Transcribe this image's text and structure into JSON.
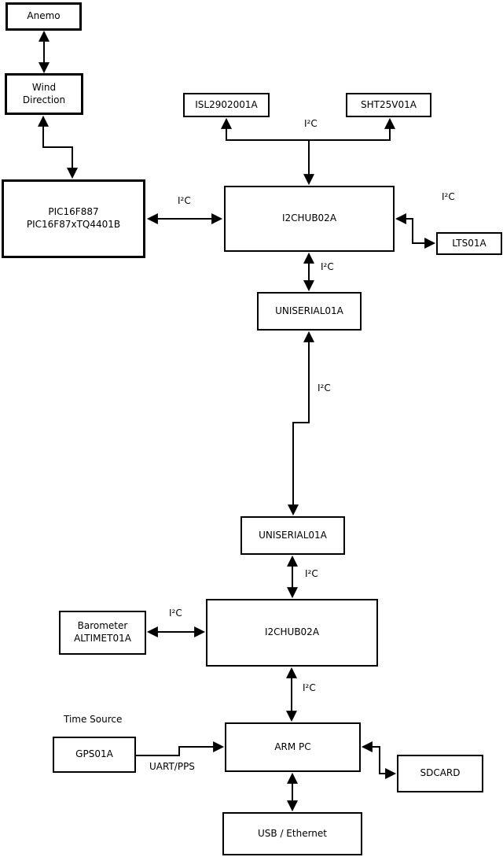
{
  "nodes": {
    "anemo": {
      "label": "Anemo"
    },
    "wind_direction": {
      "label": "Wind\nDirection"
    },
    "pic": {
      "label": "PIC16F887\nPIC16F87xTQ4401B"
    },
    "isl": {
      "label": "ISL2902001A"
    },
    "sht": {
      "label": "SHT25V01A"
    },
    "i2chub_top": {
      "label": "I2CHUB02A"
    },
    "lts": {
      "label": "LTS01A"
    },
    "uniserial_top": {
      "label": "UNISERIAL01A"
    },
    "uniserial_bottom": {
      "label": "UNISERIAL01A"
    },
    "barometer": {
      "label": "Barometer\nALTIMET01A"
    },
    "i2chub_bottom": {
      "label": "I2CHUB02A"
    },
    "arm_pc": {
      "label": "ARM PC"
    },
    "gps": {
      "label": "GPS01A"
    },
    "sdcard": {
      "label": "SDCARD"
    },
    "usb_ethernet": {
      "label": "USB / Ethernet"
    }
  },
  "edge_labels": {
    "i2c_pic_hub": "I²C",
    "i2c_sensor_bus": "I²C",
    "i2c_hub_lts": "I²C",
    "i2c_hub_uniserial": "I²C",
    "i2c_uniserial_link": "I²C",
    "i2c_uniserial_hub2": "I²C",
    "i2c_barometer_hub2": "I²C",
    "i2c_hub2_armpc": "I²C",
    "uart_pps": "UART/PPS",
    "time_source": "Time Source"
  },
  "colors": {
    "line": "#000000",
    "background": "#ffffff",
    "box_fill": "#ffffff"
  }
}
